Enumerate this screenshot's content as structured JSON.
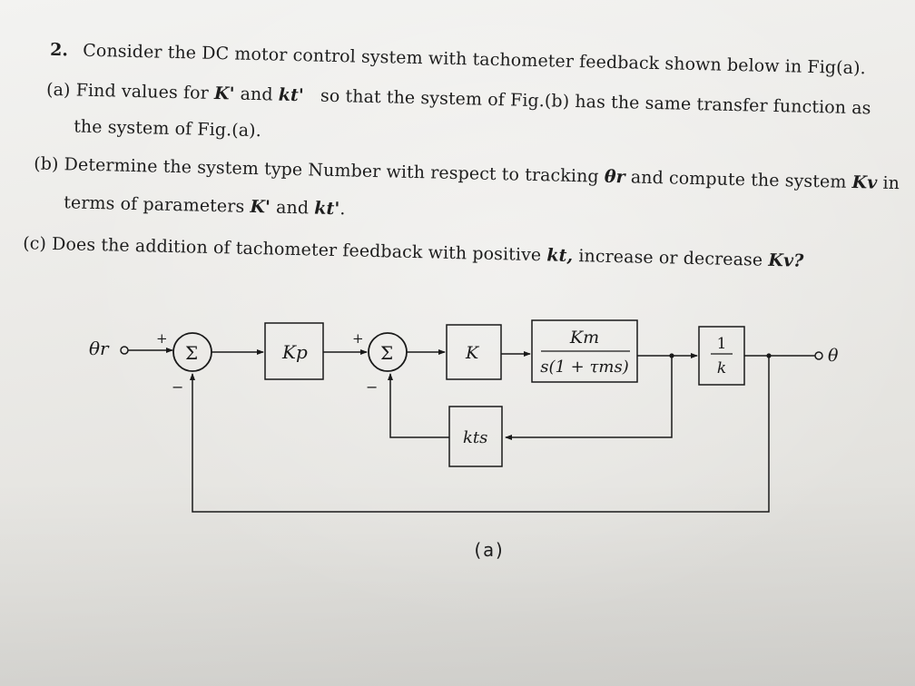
{
  "problem": {
    "number": "2.",
    "intro": "Consider the DC motor control system with tachometer feedback shown below in Fig(a).",
    "part_a": {
      "label": "(a)",
      "t1": "Find values for",
      "k_prime": "K'",
      "t2": "and",
      "kt_prime": "kt'",
      "t3": "so that the system of Fig.(b) has the same transfer function as",
      "t4": "the system of Fig.(a)."
    },
    "part_b": {
      "label": "(b)",
      "t1": "Determine the system type Number with respect to tracking",
      "theta_r": "θr",
      "t2": "and compute the system",
      "kv": "Kv",
      "t3": "in",
      "t4": "terms of parameters",
      "k_prime": "K'",
      "t5": "and",
      "kt_prime": "kt'",
      "t6": "."
    },
    "part_c": {
      "label": "(c)",
      "t1": "Does the addition of tachometer feedback with positive",
      "kt": "kt,",
      "t2": "increase or decrease",
      "kv": "Kv?"
    }
  },
  "diagram": {
    "input_label": "θr",
    "output_label": "θ",
    "sum1_symbol": "Σ",
    "sum2_symbol": "Σ",
    "plus_sign": "+",
    "minus_sign": "−",
    "kp_block": "Kp",
    "k_block": "K",
    "plant_num": "Km",
    "plant_den": "s(1 + τms)",
    "gain_num": "1",
    "gain_den": "k",
    "tach_block": "kts",
    "caption": "(a)"
  }
}
